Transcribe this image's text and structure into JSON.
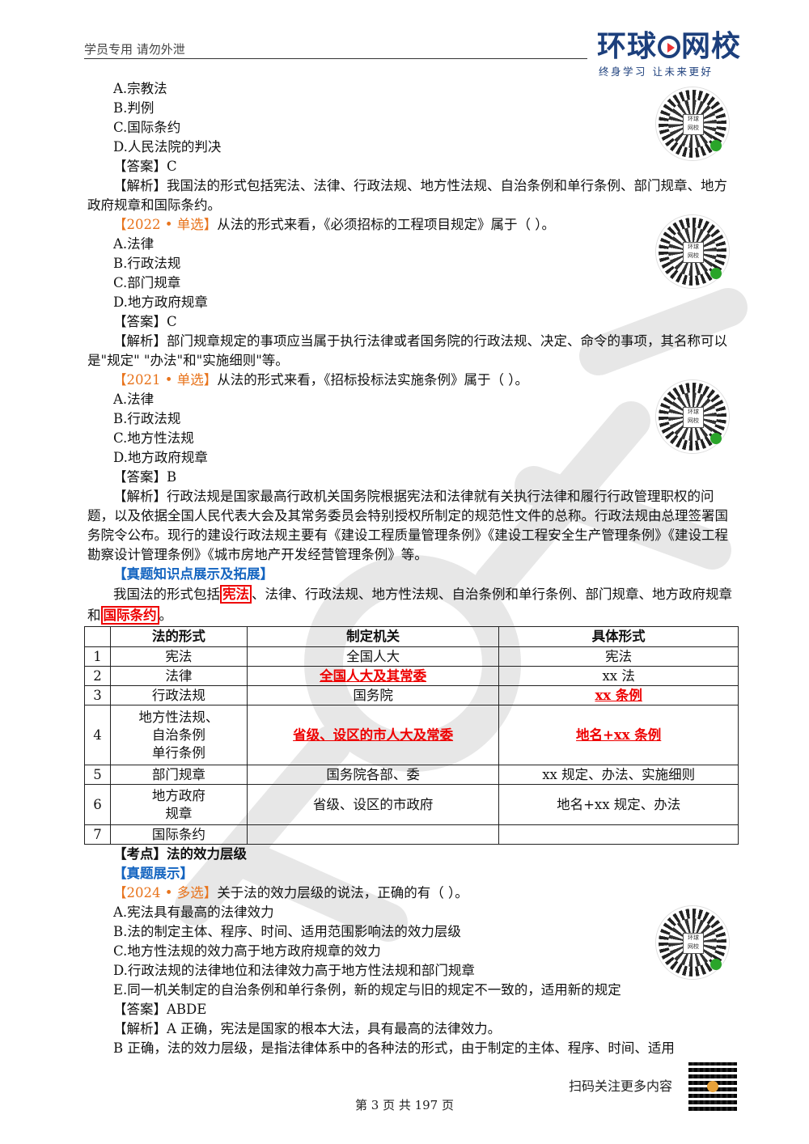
{
  "header": {
    "left_text": "学员专用 请勿外泄",
    "logo_part1": "环球",
    "logo_part2": "网校",
    "logo_slogan": "终身学习 让未来更好"
  },
  "q_prev": {
    "options": [
      "A.宗教法",
      "B.判例",
      "C.国际条约",
      "D.人民法院的判决"
    ],
    "answer": "【答案】C",
    "analysis_tag": "【解析】",
    "analysis": "我国法的形式包括宪法、法律、行政法规、地方性法规、自治条例和单行条例、部门规章、地方政府规章和国际条约。"
  },
  "q2022": {
    "tag": "【2022 • 单选】",
    "stem": "从法的形式来看，《必须招标的工程项目规定》属于（ ）。",
    "options": [
      "A.法律",
      "B.行政法规",
      "C.部门规章",
      "D.地方政府规章"
    ],
    "answer": "【答案】C",
    "analysis_tag": "【解析】",
    "analysis": "部门规章规定的事项应当属于执行法律或者国务院的行政法规、决定、命令的事项，其名称可以是\"规定\" \"办法\"和\"实施细则\"等。"
  },
  "q2021": {
    "tag": "【2021 • 单选】",
    "stem": "从法的形式来看，《招标投标法实施条例》属于（ ）。",
    "options": [
      "A.法律",
      "B.行政法规",
      "C.地方性法规",
      "D.地方政府规章"
    ],
    "answer": "【答案】B",
    "analysis_tag": "【解析】",
    "analysis": "行政法规是国家最高行政机关国务院根据宪法和法律就有关执行法律和履行行政管理职权的问题，以及依据全国人民代表大会及其常务委员会特别授权所制定的规范性文件的总称。行政法规由总理签署国务院令公布。现行的建设行政法规主要有《建设工程质量管理条例》《建设工程安全生产管理条例》《建设工程勘察设计管理条例》《城市房地产开发经营管理条例》等。"
  },
  "knowledge": {
    "heading": "【真题知识点展示及拓展】",
    "intro_pre": "我国法的形式包括",
    "intro_box1": "宪法",
    "intro_mid": "、法律、行政法规、地方性法规、自治条例和单行条例、部门规章、地方政府规章和",
    "intro_box2": "国际条约",
    "intro_end": "。"
  },
  "table": {
    "headers": [
      "",
      "法的形式",
      "制定机关",
      "具体形式"
    ],
    "rows": [
      {
        "no": "1",
        "form": "宪法",
        "organ": "全国人大",
        "spec": "宪法"
      },
      {
        "no": "2",
        "form": "法律",
        "organ": "全国人大及其常委",
        "spec": "xx 法"
      },
      {
        "no": "3",
        "form": "行政法规",
        "organ": "国务院",
        "spec": "xx 条例"
      },
      {
        "no": "4",
        "form_lines": [
          "地方性法规、",
          "自治条例",
          "单行条例"
        ],
        "organ": "省级、设区的市人大及常委",
        "spec": "地名+xx 条例"
      },
      {
        "no": "5",
        "form": "部门规章",
        "organ": "国务院各部、委",
        "spec": "xx 规定、办法、实施细则"
      },
      {
        "no": "6",
        "form_lines": [
          "地方政府",
          "规章"
        ],
        "organ": "省级、设区的市政府",
        "spec": "地名+xx 规定、办法"
      },
      {
        "no": "7",
        "form": "国际条约",
        "organ": "",
        "spec": ""
      }
    ]
  },
  "kaodian": {
    "tag": "【考点】",
    "title": "法的效力层级",
    "sub": "【真题展示】"
  },
  "q2024": {
    "tag": "【2024 • 多选】",
    "stem": "关于法的效力层级的说法，正确的有（ ）。",
    "options": [
      "A.宪法具有最高的法律效力",
      "B.法的制定主体、程序、时间、适用范围影响法的效力层级",
      "C.地方性法规的效力高于地方政府规章的效力",
      "D.行政法规的法律地位和法律效力高于地方性法规和部门规章",
      "E.同一机关制定的自治条例和单行条例，新的规定与旧的规定不一致的，适用新的规定"
    ],
    "answer": "【答案】ABDE",
    "analysis_tag": "【解析】",
    "analysis1": "A 正确，宪法是国家的根本大法，具有最高的法律效力。",
    "analysis2": "B 正确，法的效力层级，是指法律体系中的各种法的形式，由于制定的主体、程序、时间、适用"
  },
  "qr": {
    "label_top": "环球",
    "label_bottom": "网校"
  },
  "footer": {
    "scan_text": "扫码关注更多内容",
    "page": "第 3 页 共 197 页"
  }
}
